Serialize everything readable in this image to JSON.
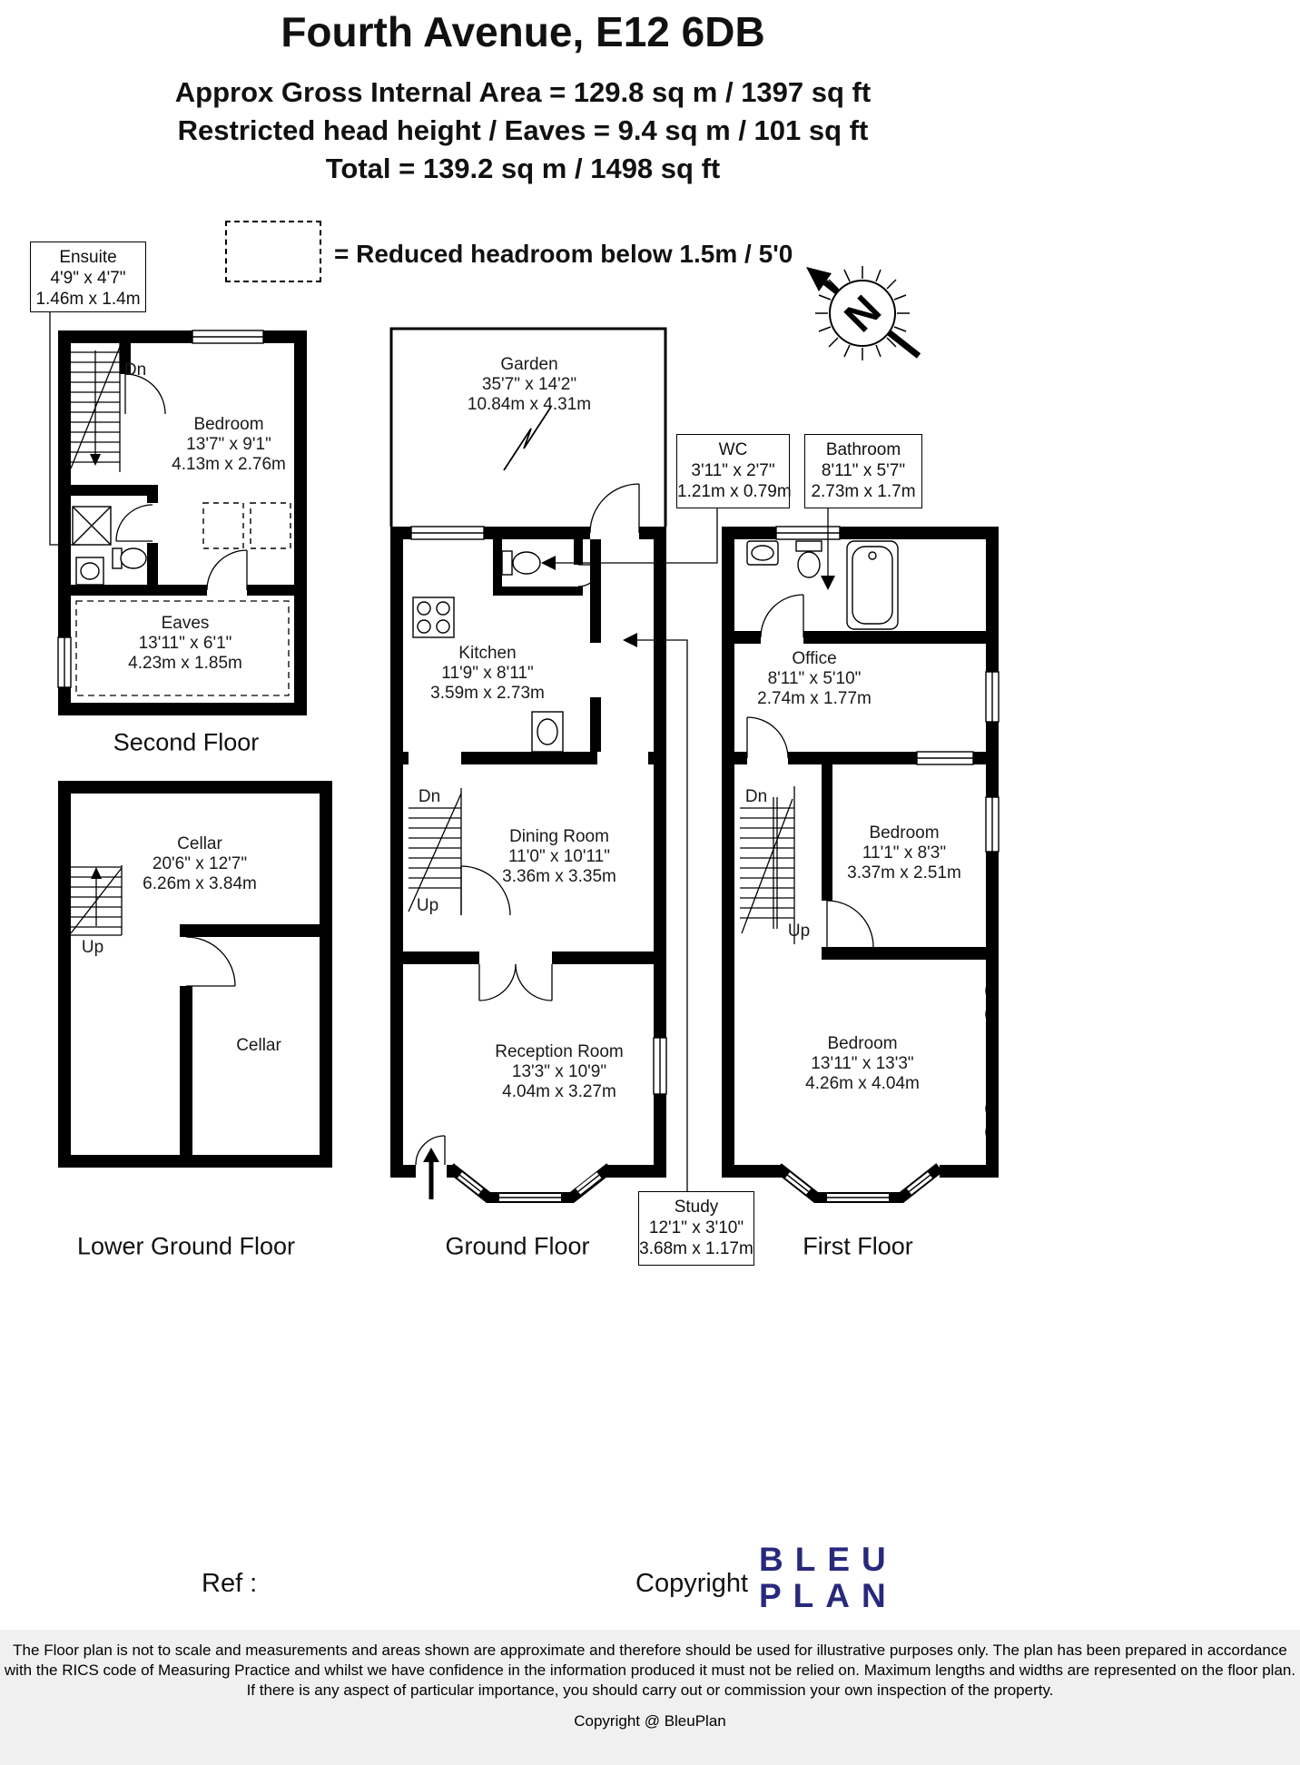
{
  "header": {
    "title": "Fourth Avenue, E12 6DB",
    "line1": "Approx Gross Internal Area = 129.8 sq m / 1397 sq ft",
    "line2": "Restricted head height / Eaves = 9.4 sq m / 101 sq ft",
    "line3": "Total = 139.2 sq m / 1498 sq ft"
  },
  "legend": {
    "reduced_headroom": "= Reduced headroom below 1.5m / 5'0",
    "compass_letter": "N"
  },
  "stairs": {
    "down": "Dn",
    "up": "Up"
  },
  "floors": {
    "second": {
      "name": "Second Floor"
    },
    "lower_ground": {
      "name": "Lower Ground Floor"
    },
    "ground": {
      "name": "Ground Floor"
    },
    "first": {
      "name": "First Floor"
    }
  },
  "rooms": {
    "ensuite": {
      "name": "Ensuite",
      "size_ft": "4'9\" x 4'7\"",
      "size_m": "1.46m x 1.4m"
    },
    "bedroom_second": {
      "name": "Bedroom",
      "size_ft": "13'7\" x 9'1\"",
      "size_m": "4.13m x 2.76m"
    },
    "eaves": {
      "name": "Eaves",
      "size_ft": "13'11\" x 6'1\"",
      "size_m": "4.23m x 1.85m"
    },
    "garden": {
      "name": "Garden",
      "size_ft": "35'7\" x 14'2\"",
      "size_m": "10.84m x 4.31m"
    },
    "wc": {
      "name": "WC",
      "size_ft": "3'11\" x 2'7\"",
      "size_m": "1.21m x 0.79m"
    },
    "bathroom": {
      "name": "Bathroom",
      "size_ft": "8'11\" x 5'7\"",
      "size_m": "2.73m x 1.7m"
    },
    "kitchen": {
      "name": "Kitchen",
      "size_ft": "11'9\" x 8'11\"",
      "size_m": "3.59m x 2.73m"
    },
    "office": {
      "name": "Office",
      "size_ft": "8'11\" x 5'10\"",
      "size_m": "2.74m x 1.77m"
    },
    "cellar": {
      "name": "Cellar",
      "size_ft": "20'6\" x 12'7\"",
      "size_m": "6.26m x 3.84m"
    },
    "cellar_front": {
      "name": "Cellar"
    },
    "dining_room": {
      "name": "Dining Room",
      "size_ft": "11'0\" x 10'11\"",
      "size_m": "3.36m x 3.35m"
    },
    "reception_room": {
      "name": "Reception Room",
      "size_ft": "13'3\" x 10'9\"",
      "size_m": "4.04m x 3.27m"
    },
    "bedroom_first_rear": {
      "name": "Bedroom",
      "size_ft": "11'1\" x 8'3\"",
      "size_m": "3.37m x 2.51m"
    },
    "bedroom_first_front": {
      "name": "Bedroom",
      "size_ft": "13'11\" x 13'3\"",
      "size_m": "4.26m x 4.04m"
    },
    "study": {
      "name": "Study",
      "size_ft": "12'1\" x 3'10\"",
      "size_m": "3.68m x 1.17m"
    }
  },
  "footer": {
    "ref_label": "Ref :",
    "copyright_label": "Copyright",
    "logo_line1": "BLEU",
    "logo_line2": "PLAN",
    "disclaimer_line1": "The Floor plan is not to scale and measurements and areas shown are approximate and therefore should be used for illustrative purposes only. The plan has been prepared in accordance",
    "disclaimer_line2": "with the RICS code of Measuring Practice and whilst we have confidence in the information produced it must not be relied on. Maximum lengths and widths are represented on the floor plan.",
    "disclaimer_line3": "If there is any aspect of particular importance, you should carry out or commission your own inspection of the property.",
    "copyright_line": "Copyright @ BleuPlan"
  }
}
